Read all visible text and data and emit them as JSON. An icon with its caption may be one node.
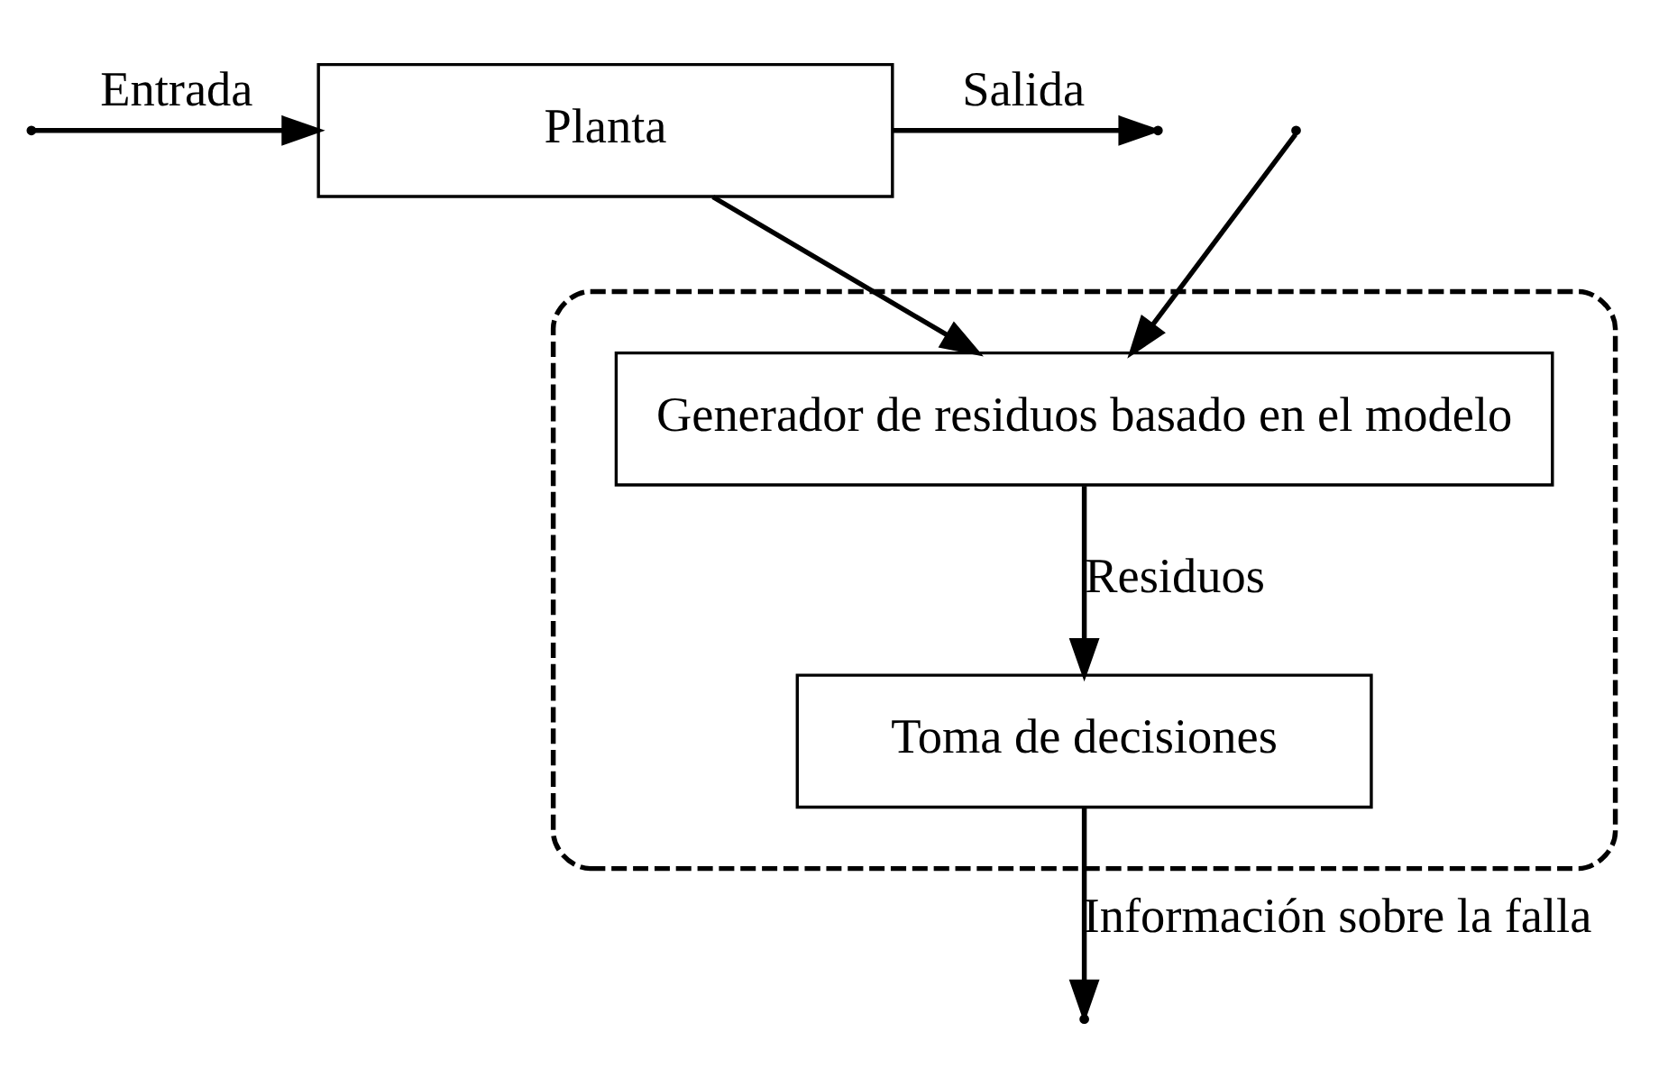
{
  "diagram": {
    "nodes": [
      {
        "text": [],
        "shape": "box"
      },
      {
        "text": [
          "Planta"
        ]
      },
      {
        "text": [
          "Generador de residuos basado en el modelo"
        ],
        "in": 0
      },
      {
        "text": [
          "Toma de decisiones"
        ],
        "in": 0
      }
    ],
    "edges": [
      {
        "from": null,
        "to": 1,
        "arrow": "to",
        "label": "Entrada"
      },
      {
        "from": null,
        "to": 2,
        "arrow": "to"
      },
      {
        "from": 1,
        "to": null,
        "arrow": "to",
        "label": "Salida"
      },
      {
        "from": 1,
        "to": 2,
        "arrow": "to"
      },
      {
        "from": 2,
        "to": 3,
        "arrow": "to",
        "label": "Residuos"
      },
      {
        "from": 3,
        "to": null,
        "arrow": "to",
        "label": "Información sobre la falla"
      }
    ]
  }
}
